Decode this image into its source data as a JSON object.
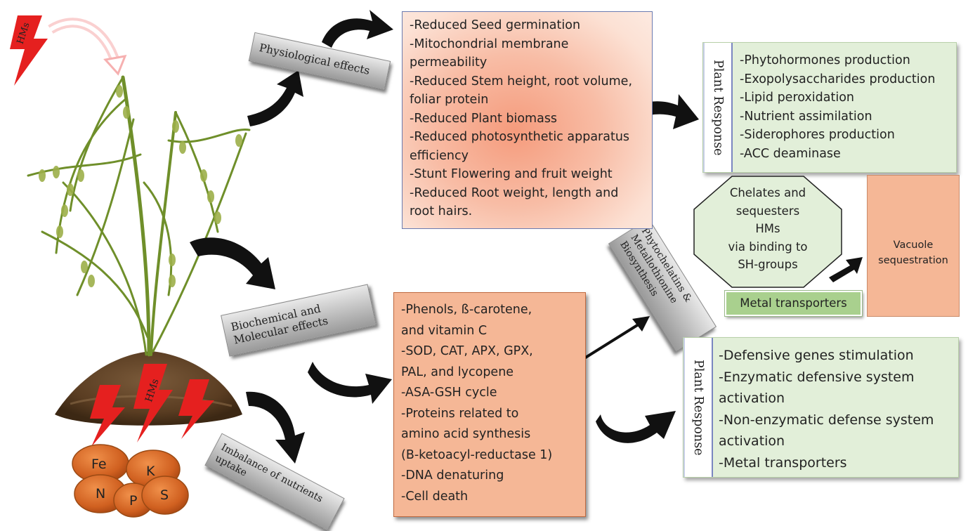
{
  "labels": {
    "hms_top": "HMs",
    "hms_soil": "HMs",
    "physiological": "Physiological effects",
    "biochemical": "Biochemical and\nMolecular effects",
    "imbalance": "Imbalance of nutrients\nuptake",
    "phytochelatins": "Phytochelatins &\nMetallothionine\nBiosynthesis"
  },
  "physiological_effects": "-Reduced Seed germination\n-Mitochondrial membrane\npermeability\n-Reduced Stem height, root volume,\nfoliar protein\n-Reduced Plant biomass\n-Reduced photosynthetic apparatus\nefficiency\n-Stunt Flowering and fruit weight\n-Reduced Root weight, length and\nroot hairs.",
  "biochemical_effects": "-Phenols, ß-carotene,\nand vitamin C\n-SOD, CAT, APX, GPX,\nPAL, and lycopene\n-ASA-GSH cycle\n-Proteins related to\namino acid synthesis\n(B-ketoacyl-reductase 1)\n-DNA denaturing\n-Cell death",
  "plant_response_top": {
    "title": "Plant Response",
    "items": "-Phytohormones production\n-Exopolysaccharides production\n-Lipid peroxidation\n-Nutrient assimilation\n-Siderophores production\n-ACC deaminase"
  },
  "plant_response_bottom": {
    "title": "Plant Response",
    "items": "-Defensive genes stimulation\n-Enzymatic defensive system\nactivation\n-Non-enzymatic defense system\nactivation\n-Metal transporters"
  },
  "chelates": "Chelates and\nsequesters\nHMs\nvia binding to\nSH-groups",
  "vacuole": "Vacuole\nsequestration",
  "metal_transporters": "Metal transporters",
  "nutrients": {
    "fe": "Fe",
    "k": "K",
    "n": "N",
    "p": "P",
    "s": "S"
  },
  "colors": {
    "bolt": "#e5201f",
    "nutrient": "#d46a28",
    "response_bg": "#e2efd9",
    "effects_bg": "#f8bda6",
    "biochem_bg": "#f5b796"
  }
}
